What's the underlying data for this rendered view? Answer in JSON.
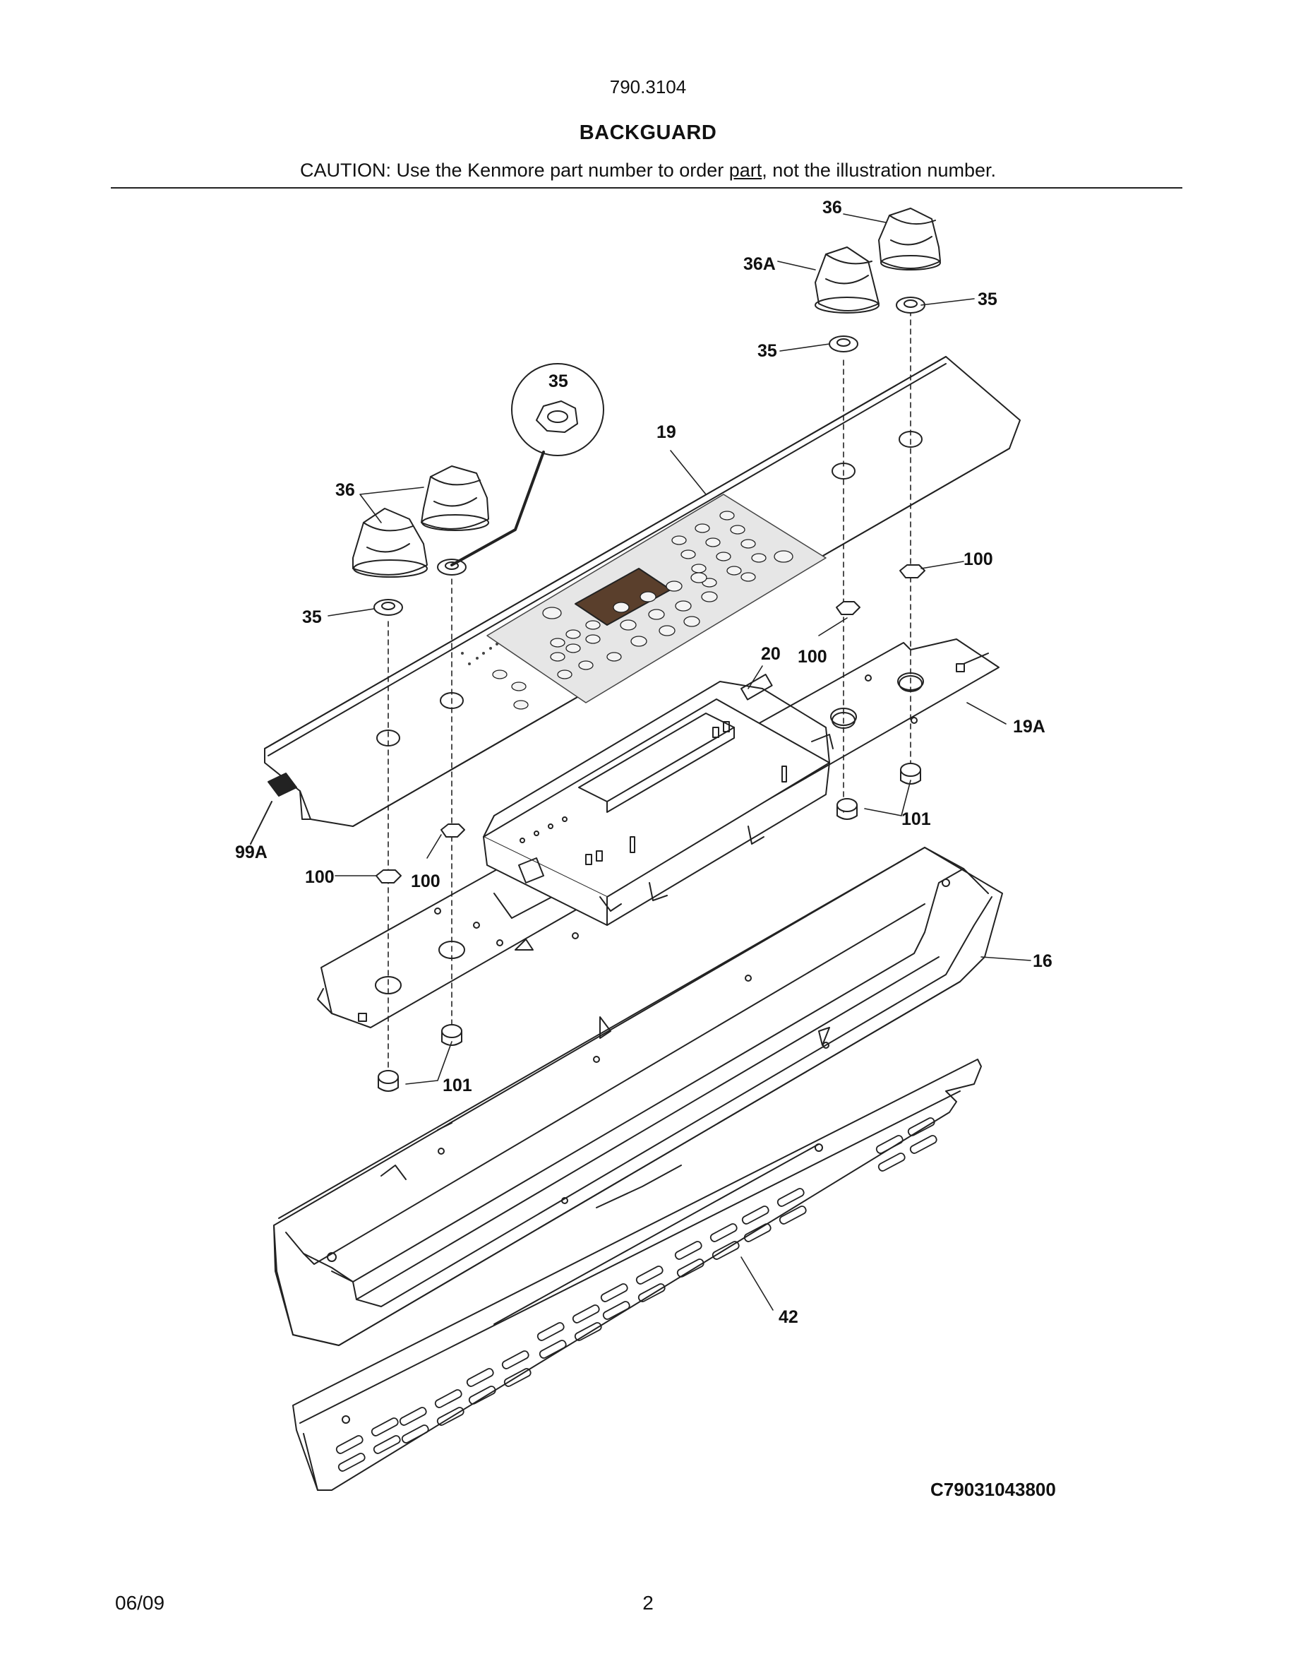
{
  "header": {
    "model": "790.3104",
    "title": "BACKGUARD",
    "caution_pre": "CAUTION: Use the Kenmore part number to order ",
    "caution_underlined": "part",
    "caution_post": ", not the illustration number."
  },
  "diagram": {
    "labels": {
      "l36_top": "36",
      "l36a": "36A",
      "l35_right": "35",
      "l35_mid": "35",
      "l35_inset": "35",
      "l19": "19",
      "l36_left": "36",
      "l100_right": "100",
      "l35_left": "35",
      "l20": "20",
      "l100_mid": "100",
      "l19a": "19A",
      "l101_right": "101",
      "l99a": "99A",
      "l100_left": "100",
      "l100_left2": "100",
      "l16": "16",
      "l101_left": "101",
      "l42": "42"
    },
    "drawing_code": "C79031043800"
  },
  "footer": {
    "date": "06/09",
    "page": "2"
  }
}
